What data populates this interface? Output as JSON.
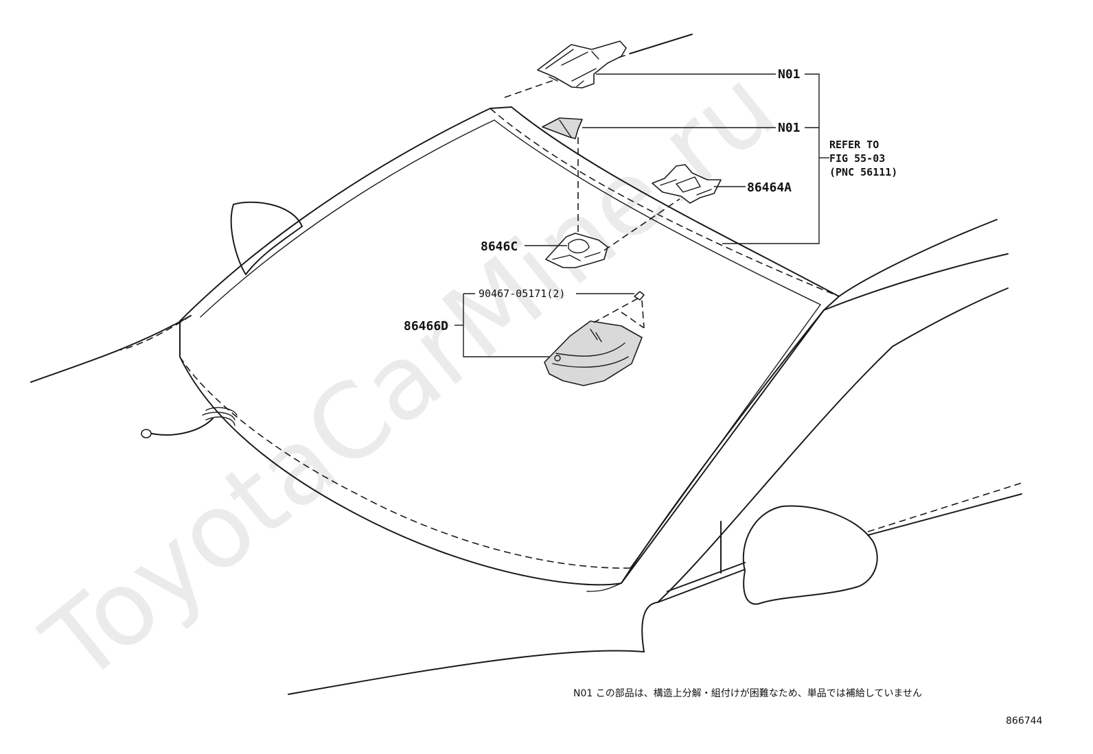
{
  "watermark": "ToyotaCarMine.ru",
  "labels": {
    "n01_top": "N01",
    "n01_mid": "N01",
    "p86464a": "86464A",
    "p8646c": "8646C",
    "p90467": "90467-05171(2)",
    "p86466d": "86466D"
  },
  "reference": {
    "line1": "REFER TO",
    "line2": "FIG 55-03",
    "line3": "(PNC 56111)"
  },
  "footnote": "N01 この部品は、構造上分解・組付けが困難なため、単品では補給していません",
  "figure_number": "866744",
  "colors": {
    "line": "#1a1a1a",
    "watermark": "#ebebeb",
    "shade": "#d9d9d9"
  }
}
